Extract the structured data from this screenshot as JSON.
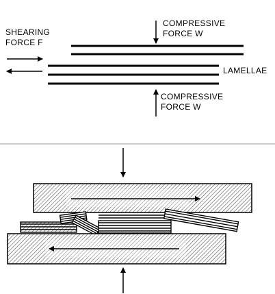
{
  "diagram": {
    "top": {
      "shearing_force_line1": "SHEARING",
      "shearing_force_line2": "FORCE  F",
      "compressive_top_line1": "COMPRESSIVE",
      "compressive_top_line2": "FORCE   W",
      "lamellae_label": "LAMELLAE",
      "compressive_bottom_line1": "COMPRESSIVE",
      "compressive_bottom_line2": "FORCE   W"
    },
    "colors": {
      "ink": "#000000",
      "divider": "#9a9a9a",
      "hatch": "#555555",
      "background": "#ffffff"
    }
  }
}
